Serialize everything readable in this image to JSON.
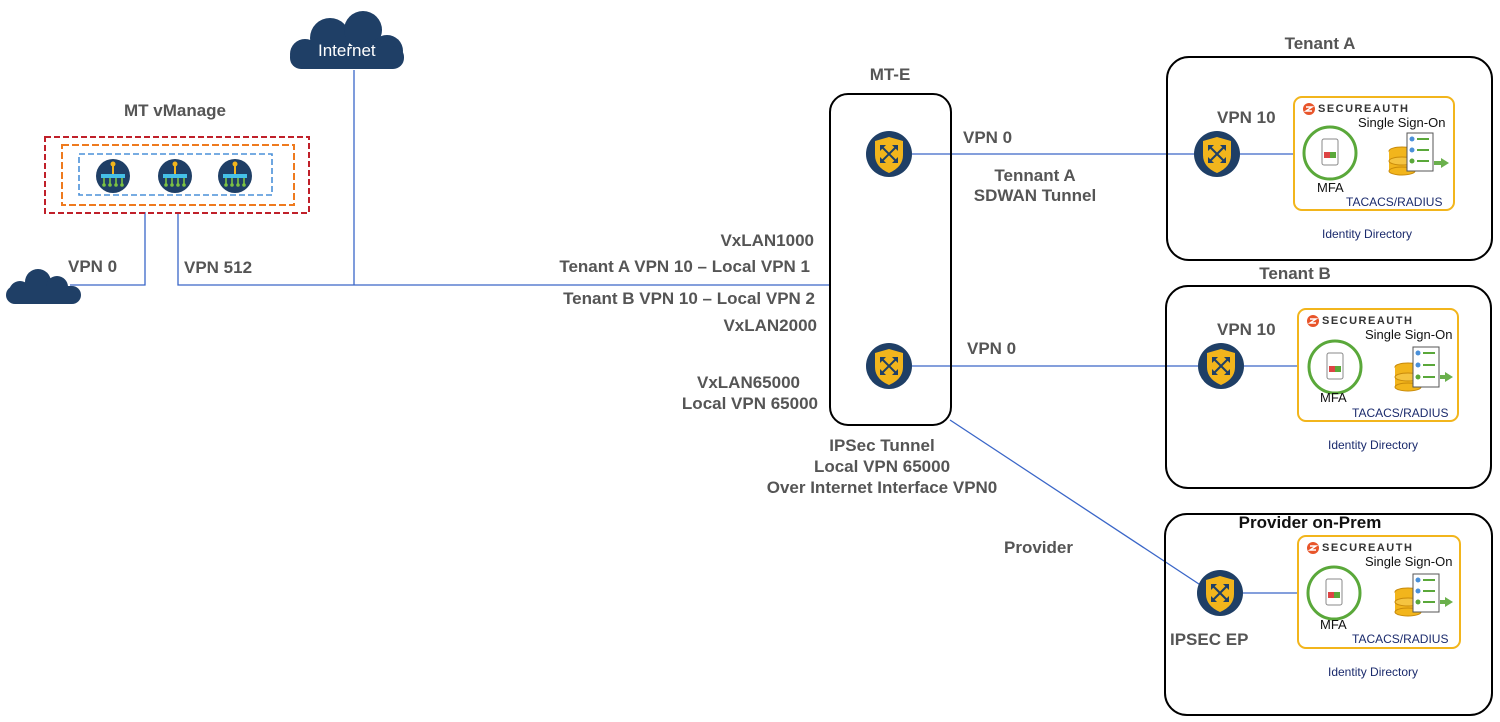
{
  "clouds": {
    "internet_label": "Internet"
  },
  "vmanage": {
    "title": "MT vManage"
  },
  "mte": {
    "title": "MT-E"
  },
  "links": {
    "vmanage_vpn0": "VPN 0",
    "vmanage_vpn512": "VPN 512",
    "vxlan1000": "VxLAN1000",
    "tenant_a_local": "Tenant A VPN 10 – Local VPN 1",
    "tenant_b_local": "Tenant B VPN 10 – Local VPN 2",
    "vxlan2000": "VxLAN2000",
    "vxlan65000": "VxLAN65000",
    "local_vpn_65000": "Local VPN 65000",
    "mte_vpn0_a": "VPN 0",
    "tunnel_a_line1": "Tennant A",
    "tunnel_a_line2": "SDWAN Tunnel",
    "mte_vpn0_b": "VPN 0",
    "ipsec_line1": "IPSec Tunnel",
    "ipsec_line2": "Local VPN 65000",
    "ipsec_line3": "Over Internet Interface VPN0",
    "provider": "Provider"
  },
  "sites": [
    {
      "title": "Tenant A",
      "router_label": "VPN 10",
      "brand": "SECUREAUTH",
      "sso": "Single Sign-On",
      "mfa": "MFA",
      "tacacs": "TACACS/RADIUS",
      "directory": "Identity Directory"
    },
    {
      "title": "Tenant B",
      "router_label": "VPN 10",
      "brand": "SECUREAUTH",
      "sso": "Single Sign-On",
      "mfa": "MFA",
      "tacacs": "TACACS/RADIUS",
      "directory": "Identity Directory"
    },
    {
      "title": "Provider on-Prem",
      "router_label": "IPSEC EP",
      "brand": "SECUREAUTH",
      "sso": "Single Sign-On",
      "mfa": "MFA",
      "tacacs": "TACACS/RADIUS",
      "directory": "Identity Directory"
    }
  ],
  "colors": {
    "cloud": "#1f3f66",
    "router_fill": "#1f3f66",
    "shield": "#f2b51c",
    "link": "#3a66c8",
    "vmanage_outer": "#c0202a",
    "vmanage_mid": "#ee7a1e",
    "vmanage_inner": "#4a90d9",
    "secureauth_box": "#f2b51c",
    "mfa_ring": "#5aa83a"
  }
}
